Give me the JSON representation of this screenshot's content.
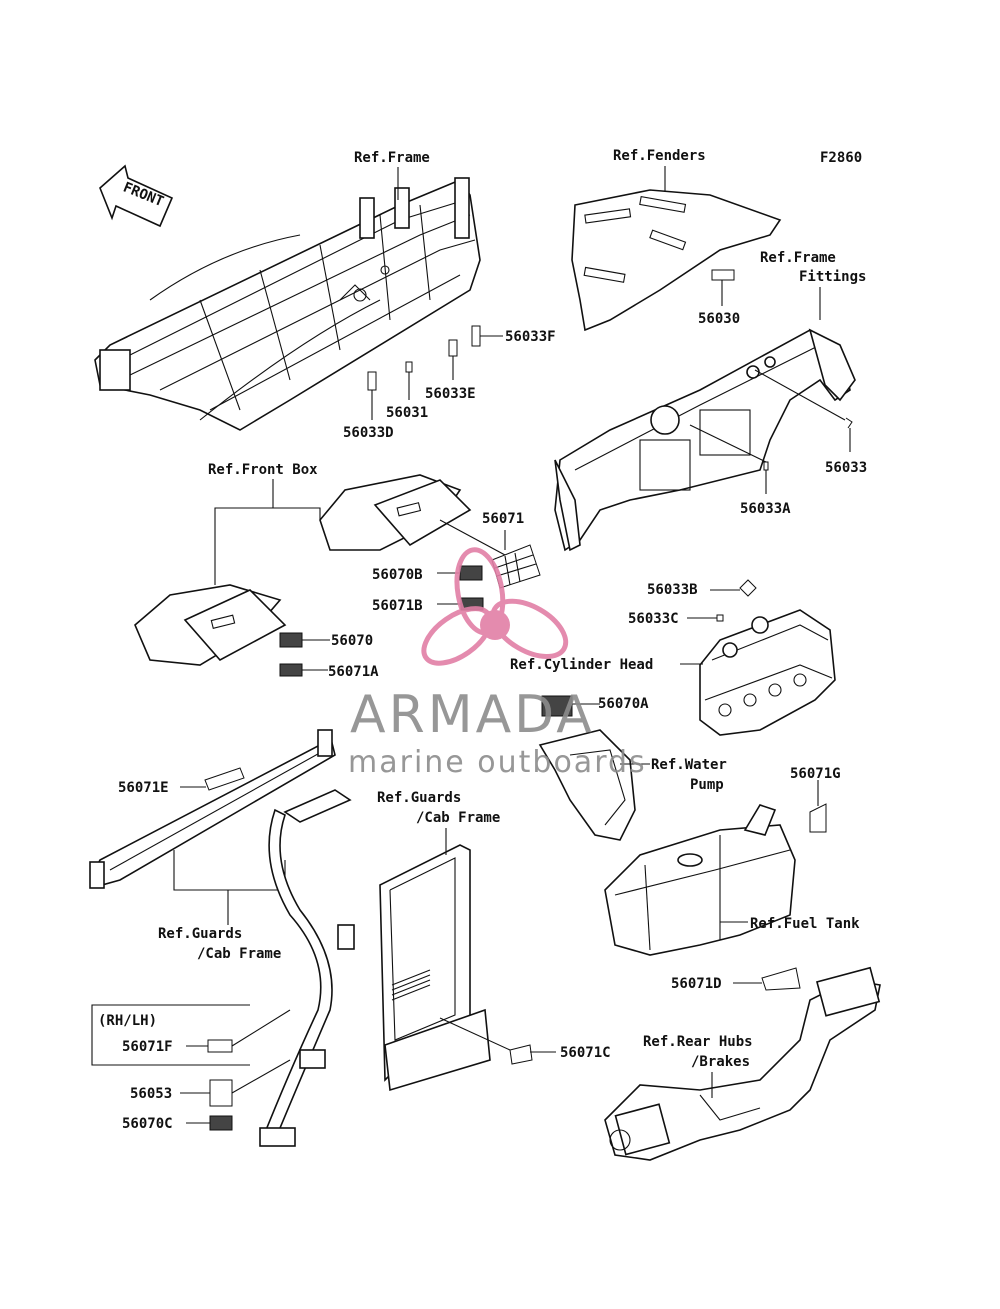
{
  "figure_code": "F2860",
  "front_arrow": "FRONT",
  "labels": {
    "ref_frame": "Ref.Frame",
    "ref_fenders": "Ref.Fenders",
    "ref_frame_fittings_1": "Ref.Frame",
    "ref_frame_fittings_2": "Fittings",
    "ref_front_box": "Ref.Front Box",
    "ref_cylinder_head": "Ref.Cylinder Head",
    "ref_water_pump_1": "Ref.Water",
    "ref_water_pump_2": "Pump",
    "ref_guards_cab_1": "Ref.Guards",
    "ref_guards_cab_2": "/Cab Frame",
    "ref_guards_cab_left_1": "Ref.Guards",
    "ref_guards_cab_left_2": "/Cab Frame",
    "ref_fuel_tank": "Ref.Fuel Tank",
    "ref_rear_hubs_1": "Ref.Rear Hubs",
    "ref_rear_hubs_2": "/Brakes",
    "rh_lh": "(RH/LH)"
  },
  "parts": {
    "p56033F": "56033F",
    "p56033E": "56033E",
    "p56031": "56031",
    "p56033D": "56033D",
    "p56030": "56030",
    "p56033": "56033",
    "p56033A": "56033A",
    "p56071": "56071",
    "p56070B": "56070B",
    "p56071B": "56071B",
    "p56070": "56070",
    "p56071A": "56071A",
    "p56033B": "56033B",
    "p56033C": "56033C",
    "p56070A": "56070A",
    "p56071G": "56071G",
    "p56071E": "56071E",
    "p56071D": "56071D",
    "p56071C": "56071C",
    "p56071F": "56071F",
    "p56053": "56053",
    "p56070C": "56070C"
  },
  "watermark": {
    "brand": "ARMADA",
    "tagline": "marine outboards",
    "accent_color": "#e27fa6",
    "text_color": "#8c8c8c"
  }
}
